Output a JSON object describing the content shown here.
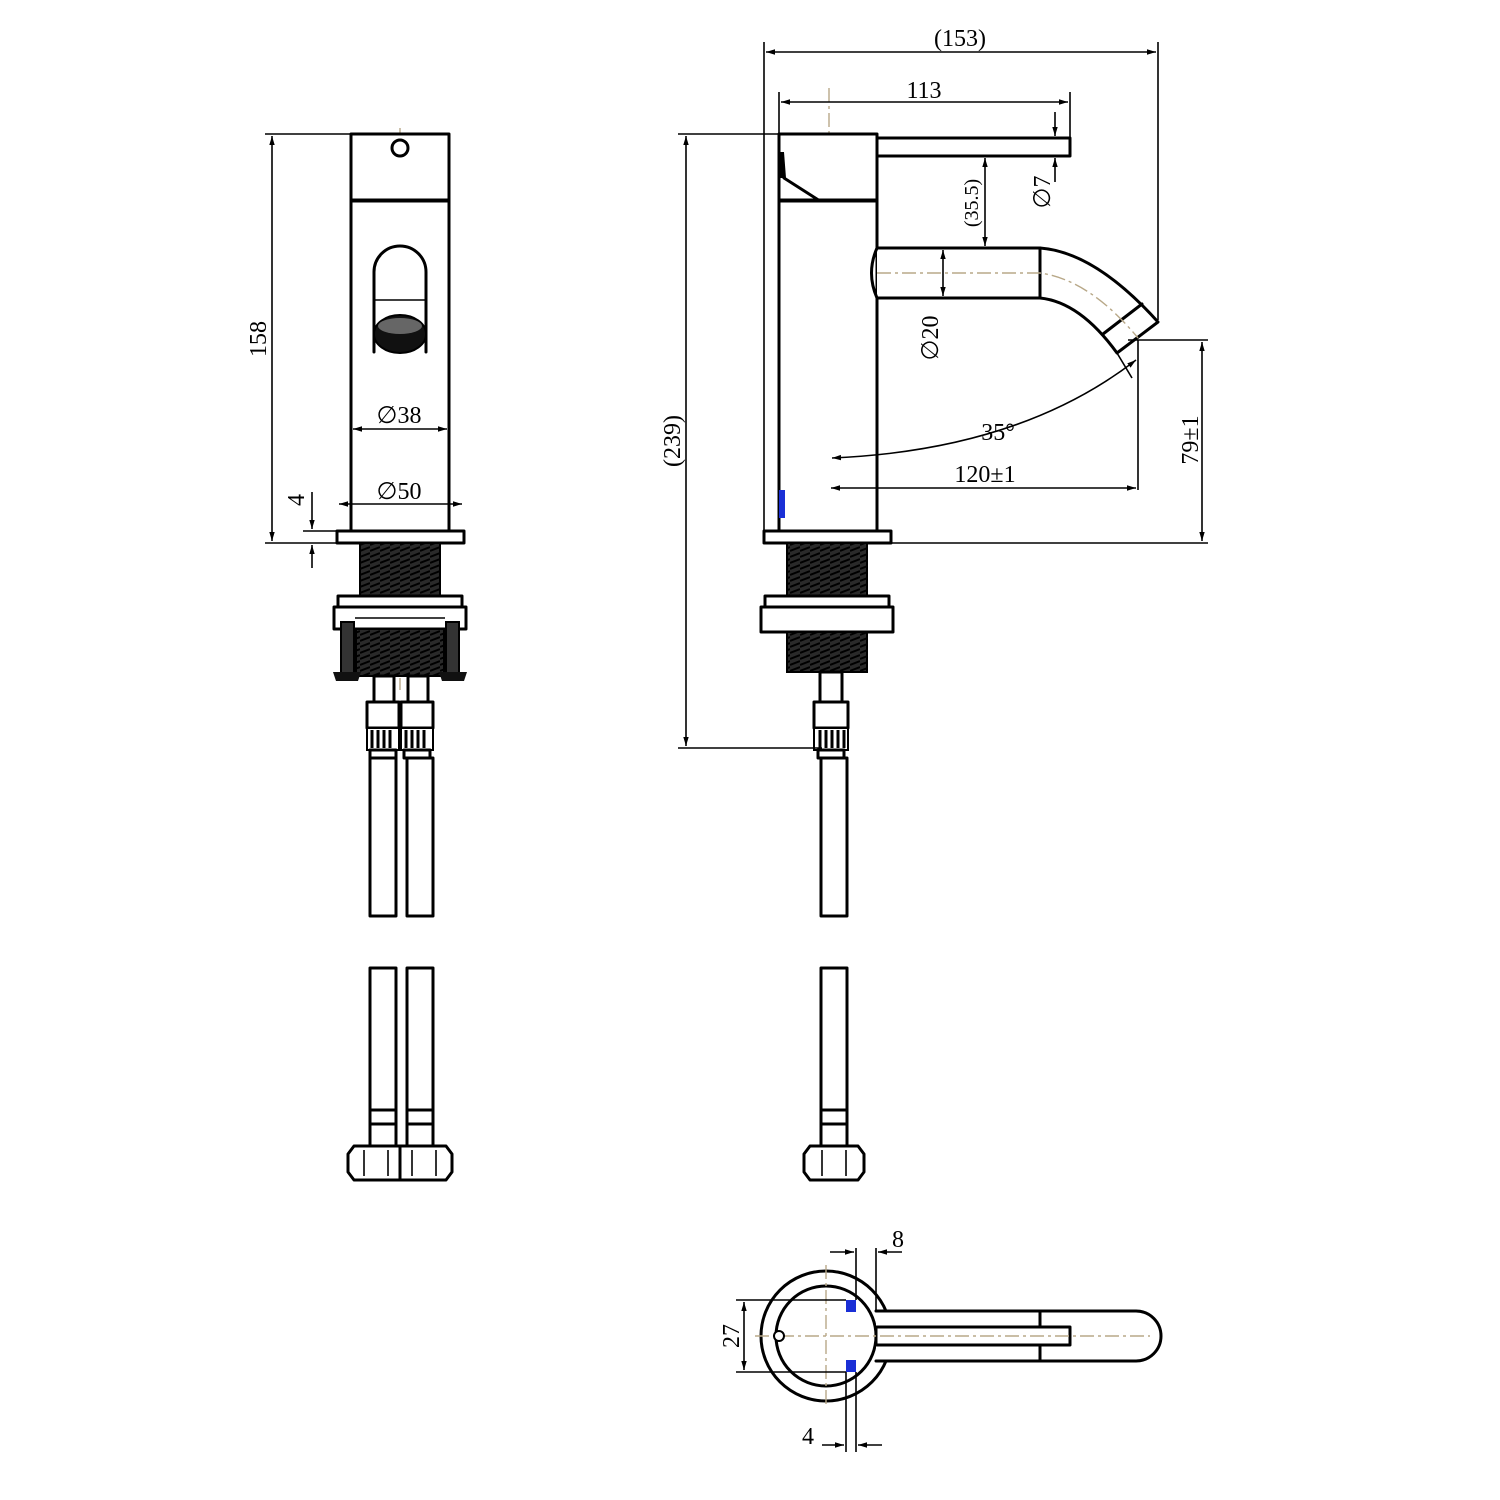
{
  "dimensions": {
    "overall_reach": "(153)",
    "handle_reach": "113",
    "handle_diameter": "∅7",
    "handle_to_spout": "(35.5)",
    "spout_diameter": "∅20",
    "overall_height": "(239)",
    "spout_angle": "35°",
    "spout_projection": "120±1",
    "spout_height": "79±1",
    "body_height": "158",
    "body_diameter": "∅38",
    "base_diameter": "∅50",
    "base_thickness": "4",
    "top_handle_offset": "8",
    "top_body_width": "27",
    "top_wall": "4"
  },
  "colors": {
    "line": "#000000",
    "centerline": "#b8a888",
    "marker": "#1a2fd6"
  }
}
